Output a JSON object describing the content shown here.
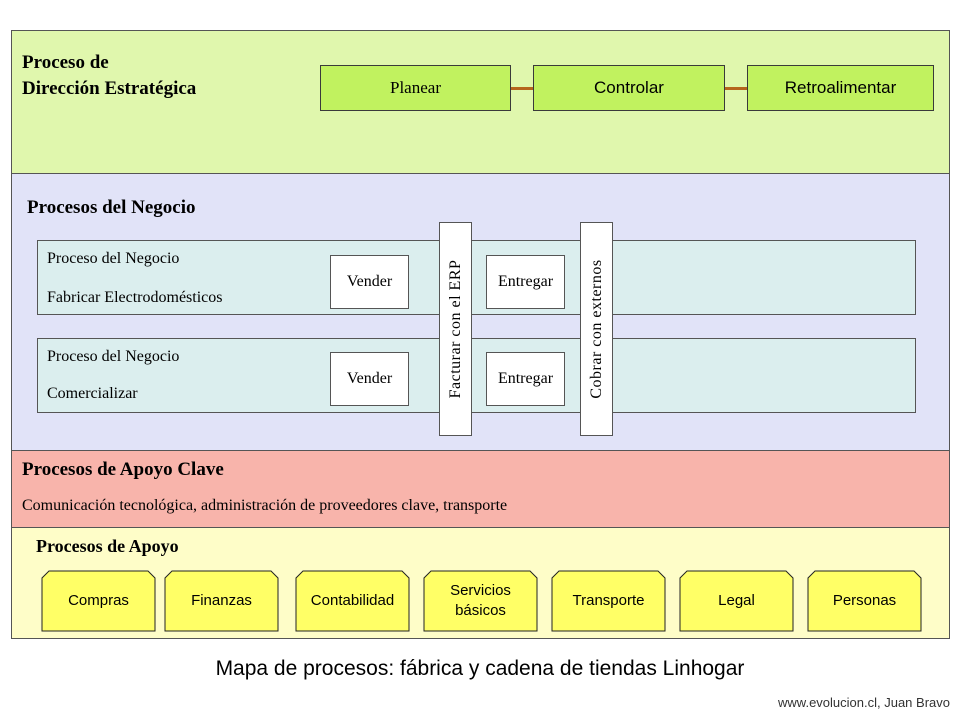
{
  "direccion": {
    "title_line1": "Proceso de",
    "title_line2": "Dirección Estratégica",
    "phases": [
      "Planear",
      "Controlar",
      "Retroalimentar"
    ]
  },
  "negocio": {
    "title": "Procesos del Negocio",
    "processes": [
      {
        "line1": "Proceso del Negocio",
        "line2": "Fabricar Electrodomésticos",
        "step_a": "Vender",
        "step_b": "Entregar"
      },
      {
        "line1": "Proceso del Negocio",
        "line2": "Comercializar",
        "step_a": "Vender",
        "step_b": "Entregar"
      }
    ],
    "cross_steps": [
      "Facturar con el ERP",
      "Cobrar con externos"
    ]
  },
  "apoyo_clave": {
    "title": "Procesos de Apoyo Clave",
    "description": "Comunicación tecnológica, administración de proveedores clave, transporte"
  },
  "apoyo": {
    "title": "Procesos de Apoyo",
    "items": [
      {
        "line1": "Compras",
        "line2": ""
      },
      {
        "line1": "Finanzas",
        "line2": ""
      },
      {
        "line1": "Contabilidad",
        "line2": ""
      },
      {
        "line1": "Servicios",
        "line2": "básicos"
      },
      {
        "line1": "Transporte",
        "line2": ""
      },
      {
        "line1": "Legal",
        "line2": ""
      },
      {
        "line1": "Personas",
        "line2": ""
      }
    ]
  },
  "caption": "Mapa de procesos: fábrica y cadena de tiendas Linhogar",
  "credit": "www.evolucion.cl, Juan Bravo",
  "colors": {
    "direccion_band": "#e0f7ad",
    "negocio_band": "#e1e3f8",
    "apoyo_clave_band": "#f8b4ab",
    "apoyo_band": "#fefdc8",
    "phase_box": "#c1f25f",
    "connector": "#b5651d",
    "support_tab": "#ffff66"
  }
}
